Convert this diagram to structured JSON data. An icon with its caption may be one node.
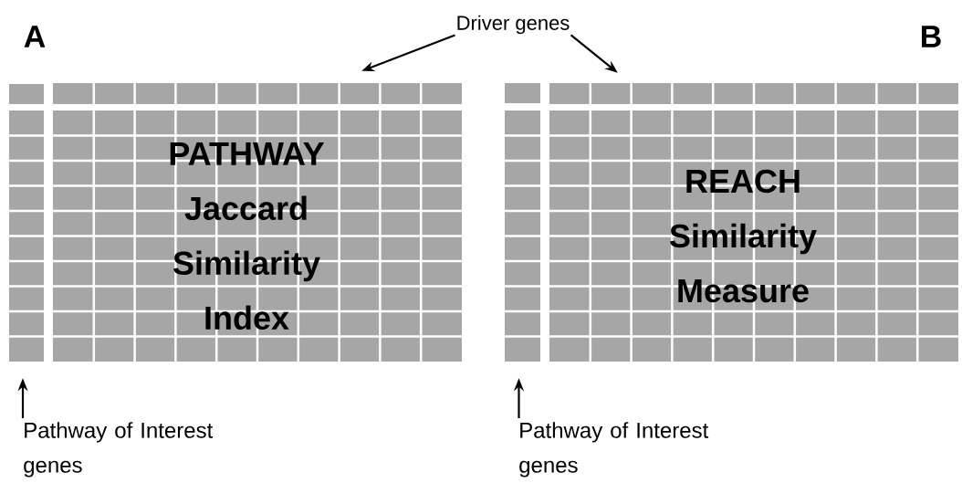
{
  "diagram": {
    "nodes": [
      {
        "text": [
          "Driver genes"
        ]
      },
      {
        "text": [],
        "shape": "bar"
      },
      {
        "text": [],
        "shape": "bar"
      },
      {
        "text": [
          "PATHWAY Jaccard Similarity Index"
        ]
      },
      {
        "text": [
          "Pathway of Interest genes"
        ]
      },
      {
        "text": [],
        "shape": "bar"
      },
      {
        "text": [],
        "shape": "bar"
      },
      {
        "text": [
          "REACH Similarity Measure"
        ]
      },
      {
        "text": [
          "Pathway of Interest genes"
        ]
      }
    ],
    "edges": [
      {
        "from": 0,
        "to": 1,
        "arrow": "to"
      },
      {
        "from": 0,
        "to": 5,
        "arrow": "to"
      },
      {
        "from": 4,
        "to": 2,
        "arrow": "to"
      },
      {
        "from": 8,
        "to": 6,
        "arrow": "to"
      }
    ],
    "labels": [
      "A",
      "B"
    ]
  }
}
